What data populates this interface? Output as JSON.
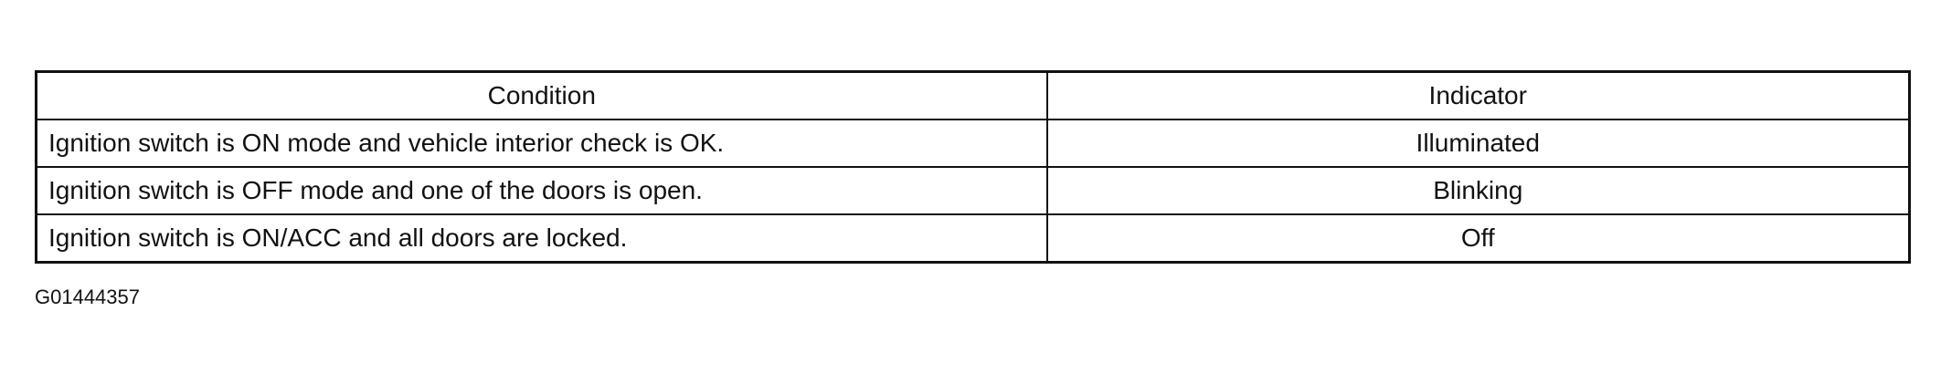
{
  "table": {
    "headers": [
      "Condition",
      "Indicator"
    ],
    "rows": [
      {
        "condition": "Ignition switch is ON mode and vehicle interior check is OK.",
        "indicator": "Illuminated"
      },
      {
        "condition": "Ignition switch is OFF mode and one of the doors is open.",
        "indicator": "Blinking"
      },
      {
        "condition": "Ignition switch is ON/ACC and all doors are locked.",
        "indicator": "Off"
      }
    ]
  },
  "figure_id": "G01444357"
}
